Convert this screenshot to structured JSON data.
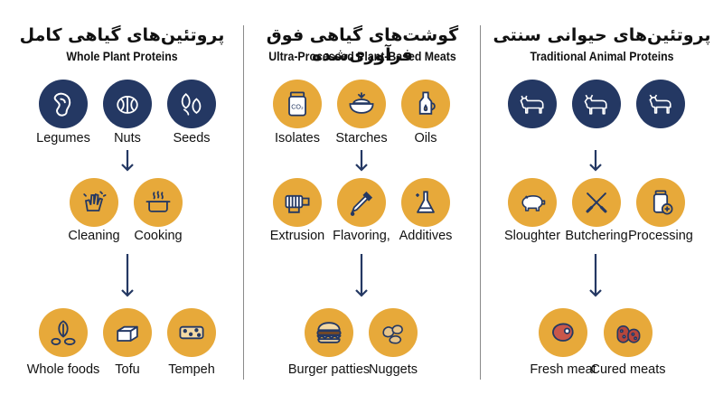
{
  "colors": {
    "navy": "#243863",
    "gold": "#E7A93A",
    "line": "#243863"
  },
  "columns": [
    {
      "title_fa": "پروتئین‌های گیاهی کامل",
      "title_en": "Whole Plant Proteins",
      "sources": [
        {
          "label": "Legumes",
          "icon": "bean-icon"
        },
        {
          "label": "Nuts",
          "icon": "walnut-icon"
        },
        {
          "label": "Seeds",
          "icon": "seeds-icon"
        }
      ],
      "processes": [
        {
          "label": "Cleaning",
          "icon": "cleaning-glove-icon"
        },
        {
          "label": "Cooking",
          "icon": "cooking-pot-icon"
        }
      ],
      "products": [
        {
          "label": "Whole foods",
          "icon": "whole-foods-icon"
        },
        {
          "label": "Tofu",
          "icon": "tofu-icon"
        },
        {
          "label": "Tempeh",
          "icon": "tempeh-icon"
        }
      ]
    },
    {
      "title_fa": "گوشت‌های گیاهی فوق فرآوری‌شده",
      "title_en": "Ultra-Processed Plant-Based Meats",
      "sources": [
        {
          "label": "Isolates",
          "icon": "co2-jar-icon",
          "jar_text": "CO₂"
        },
        {
          "label": "Starches",
          "icon": "starch-bowl-icon"
        },
        {
          "label": "Oils",
          "icon": "oil-bottle-icon"
        }
      ],
      "processes": [
        {
          "label": "Extrusion",
          "icon": "extruder-icon"
        },
        {
          "label": "Flavoring,",
          "icon": "dropper-icon"
        },
        {
          "label": "Additives",
          "icon": "flask-icon"
        }
      ],
      "products": [
        {
          "label": "Burger patties",
          "icon": "burger-icon"
        },
        {
          "label": "Nuggets",
          "icon": "nuggets-icon"
        }
      ]
    },
    {
      "title_fa": "پروتئین‌های حیوانی سنتی",
      "title_en": "Traditional Animal Proteins",
      "sources": [
        {
          "label": "",
          "icon": "cow-icon"
        },
        {
          "label": "",
          "icon": "bull-icon"
        },
        {
          "label": "",
          "icon": "calf-icon"
        }
      ],
      "processes": [
        {
          "label": "Sloughter",
          "icon": "pig-icon"
        },
        {
          "label": "Butchering",
          "icon": "crossed-knives-icon"
        },
        {
          "label": "Processing",
          "icon": "processing-jar-icon"
        }
      ],
      "products": [
        {
          "label": "Fresh meat",
          "icon": "steak-icon"
        },
        {
          "label": "Cured meats",
          "icon": "sausage-icon"
        }
      ]
    }
  ]
}
